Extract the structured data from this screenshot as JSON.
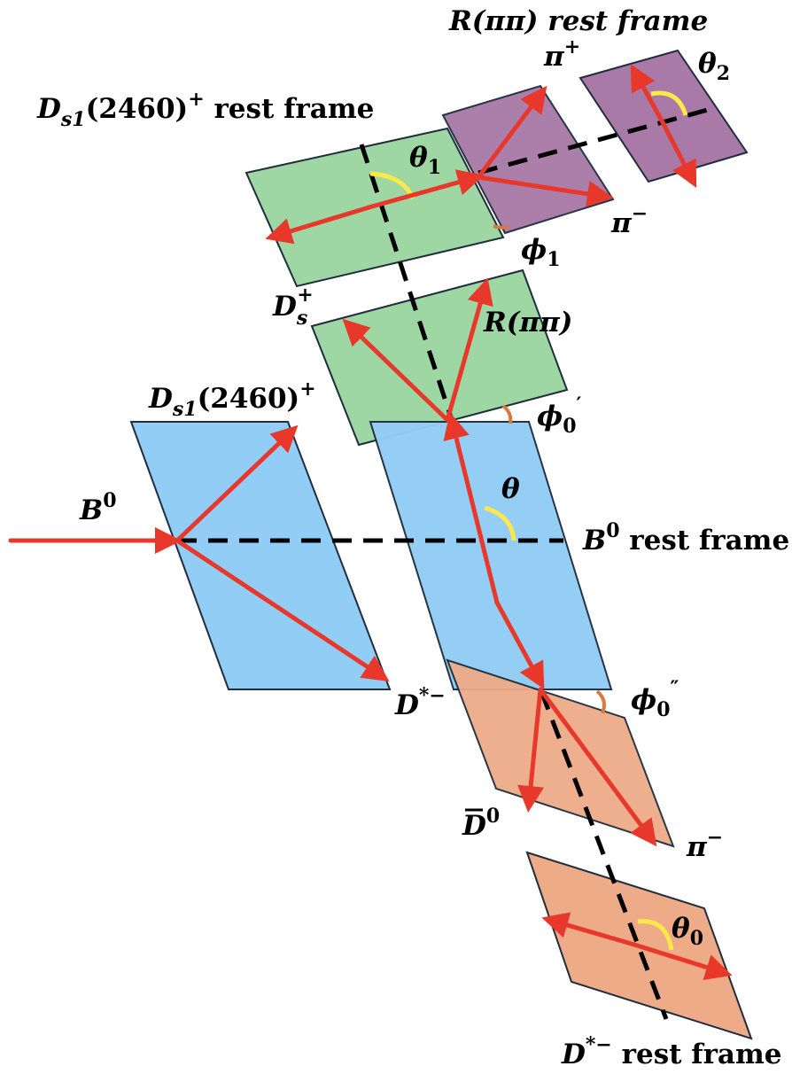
{
  "labels": {
    "rpipi_rest_frame": "R(ππ) rest frame",
    "ds1_rest_frame_name": "D",
    "ds1_rest_frame_sub": "s1",
    "ds1_rest_frame_mass": "(2460)",
    "ds1_rest_frame_sup": "+",
    "ds1_rest_frame_suffix": " rest frame",
    "ds1_name": "D",
    "ds1_sub": "s1",
    "ds1_mass": "(2460)",
    "ds1_sup": "+",
    "pi_plus": "π",
    "pi_plus_sup": "+",
    "pi_minus_top": "π",
    "pi_minus_top_sup": "−",
    "theta1": "θ",
    "theta1_sub": "1",
    "theta2": "θ",
    "theta2_sub": "2",
    "phi1": "ϕ",
    "phi1_sub": "1",
    "ds_plus": "D",
    "ds_plus_sub": "s",
    "ds_plus_sup": "+",
    "r_pipi": "R(ππ)",
    "phi0_prime": "ϕ",
    "phi0_prime_sub": "0",
    "phi0_prime_sup": "′",
    "b0": "B",
    "b0_sup": "0",
    "theta": "θ",
    "b0_rest_frame": "B",
    "b0_rest_frame_sup": "0",
    "b0_rest_frame_suffix": " rest frame",
    "dstar_minus": "D",
    "dstar_minus_sup": "*−",
    "phi0_dprime": "ϕ",
    "phi0_dprime_sub": "0",
    "phi0_dprime_sup": "″",
    "dbar0": "D",
    "dbar0_sup": "0",
    "pi_minus_bottom": "π",
    "pi_minus_bottom_sup": "−",
    "theta0": "θ",
    "theta0_sub": "0",
    "dstar_rest_frame": "D",
    "dstar_rest_frame_sup": "*−",
    "dstar_rest_frame_suffix": " rest frame"
  },
  "colors": {
    "green_plane": "#9ed6a4",
    "purple_plane": "#a97aa8",
    "blue_plane": "#92cdf5",
    "orange_plane": "#eeab88",
    "arrow": "#e8382b",
    "angle_yellow": "#ffe84a",
    "angle_orange": "#d8793d"
  }
}
